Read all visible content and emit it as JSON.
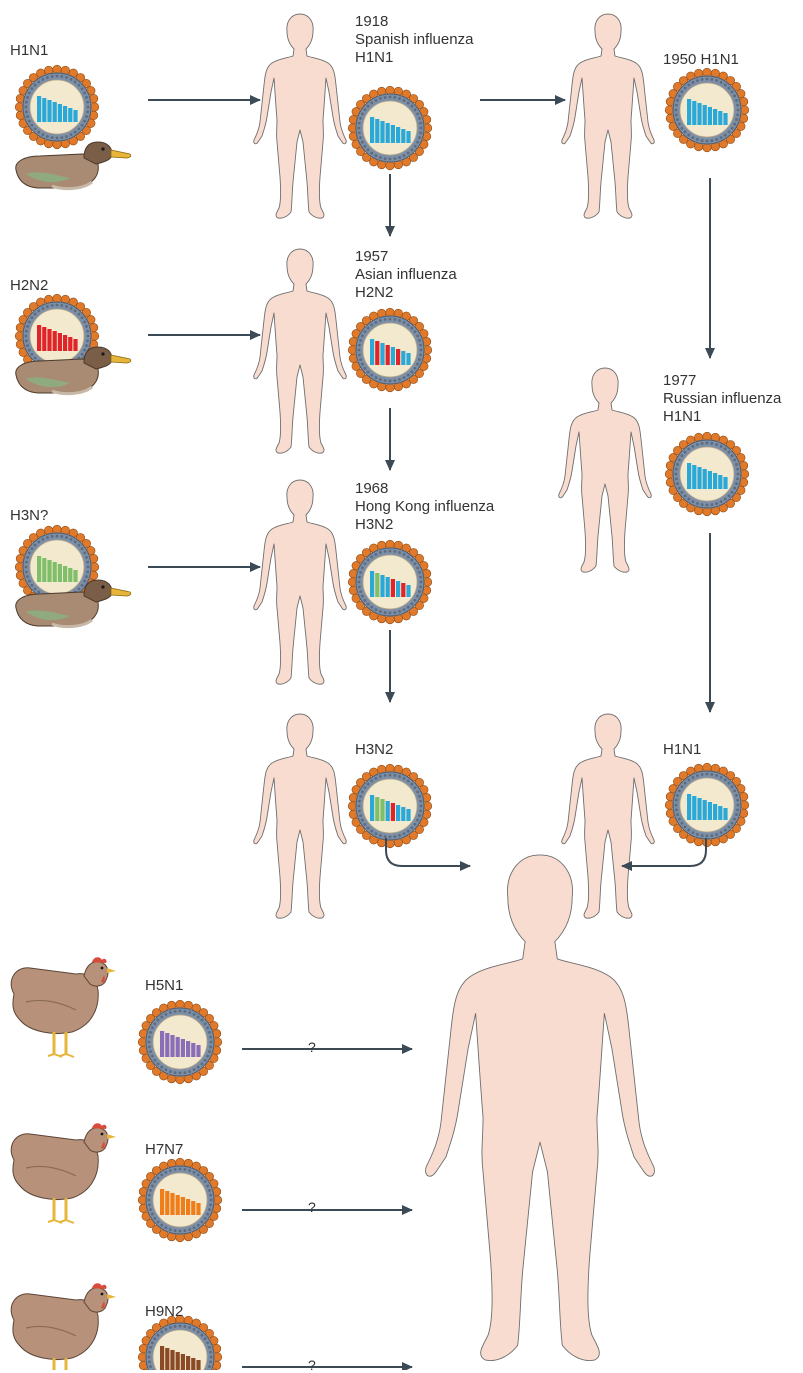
{
  "colors": {
    "arrow": "#3c4a56",
    "skin": "#f8dcd0",
    "skin_stroke": "#6e6e6e",
    "virus_core": "#f3e9cf",
    "virus_ring": "#7c8fa6",
    "virus_knob": "#e07a2a",
    "h1n1": "#2aa9d8",
    "h2n2": "#e0252a",
    "h3": "#7fbf6a",
    "h5n1": "#8a6fb8",
    "h7n7": "#ef7d1a",
    "h9n2": "#8a4a26",
    "duck_body": "#a98a72",
    "duck_head": "#7a5e48",
    "duck_bill": "#e6b53a",
    "chicken": "#b8917a",
    "comb": "#d84a3a"
  },
  "labels": {
    "duck1": "H1N1",
    "duck2": "H2N2",
    "duck3": "H3N?",
    "spanish": "1918\nSpanish influenza\nH1N1",
    "h1n1_1950": "1950 H1N1",
    "asian": "1957\nAsian influenza\nH2N2",
    "hongkong": "1968\nHong Kong influenza\nH3N2",
    "russian": "1977\nRussian influenza\nH1N1",
    "h3n2_current": "H3N2",
    "h1n1_current": "H1N1",
    "chicken1": "H5N1",
    "chicken2": "H7N7",
    "chicken3": "H9N2",
    "unknown": "?"
  },
  "icons": [
    "duck-icon",
    "chicken-icon",
    "human-figure-icon",
    "virus-particle-icon",
    "arrow-icon"
  ]
}
